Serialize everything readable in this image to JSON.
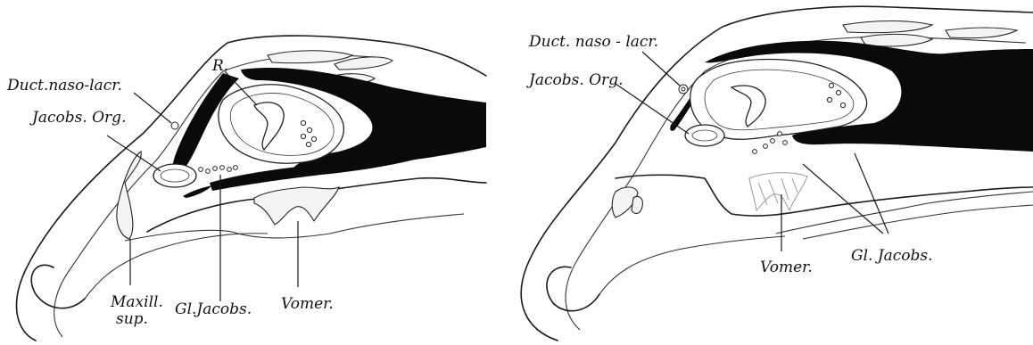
{
  "labels": {
    "left": {
      "r": "R.",
      "duct": "Duct.naso-lacr.",
      "jacobs_org": "Jacobs. Org.",
      "maxill": "Maxill.",
      "sup": "sup.",
      "gl_jacobs": "Gl.Jacobs.",
      "vomer": "Vomer."
    },
    "right": {
      "duct": "Duct. naso - lacr.",
      "jacobs_org": "Jacobs. Org.",
      "vomer": "Vomer.",
      "gl_jacobs": "Gl. Jacobs."
    }
  }
}
